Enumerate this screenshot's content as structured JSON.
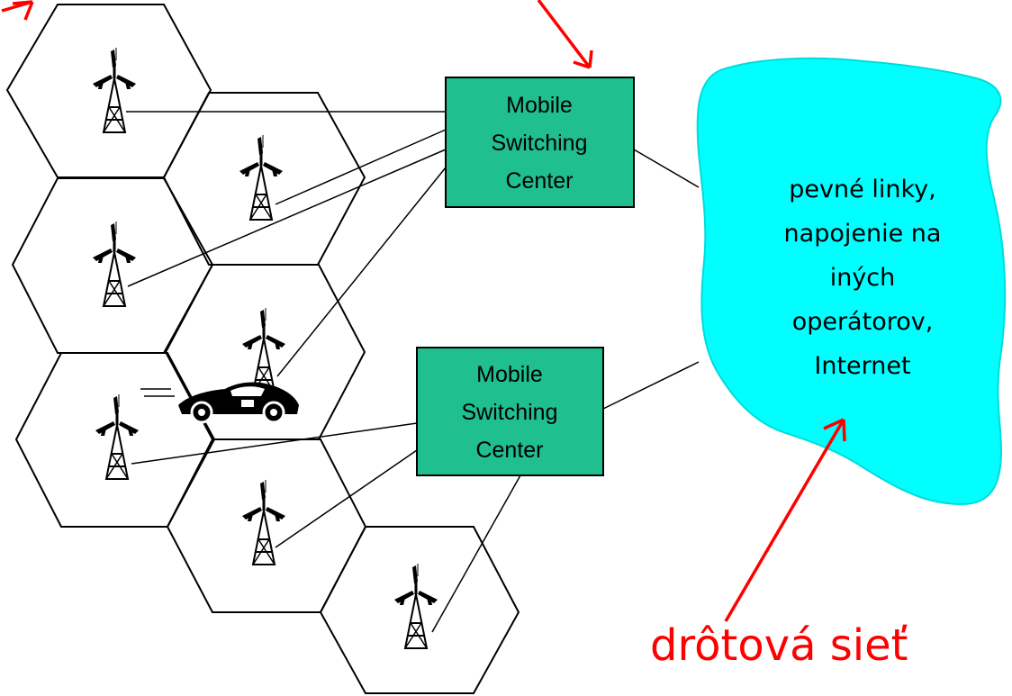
{
  "diagram": {
    "colors": {
      "cell_stroke": "#000000",
      "link_stroke": "#000000",
      "msc_fill": "#1fbf8f",
      "cloud_fill": "#00ffff",
      "annotation": "#ff0000"
    },
    "msc_top": {
      "line1": "Mobile",
      "line2": "Switching",
      "line3": "Center"
    },
    "msc_bottom": {
      "line1": "Mobile",
      "line2": "Switching",
      "line3": "Center"
    },
    "wired_network": {
      "line1": "pevné linky,",
      "line2": "napojenie na",
      "line3": "iných",
      "line4": "operátorov,",
      "line5": "Internet"
    },
    "wired_label": "drôtová sieť",
    "icons": {
      "base_station": "antenna-tower-icon",
      "mobile_user": "car-icon"
    }
  }
}
